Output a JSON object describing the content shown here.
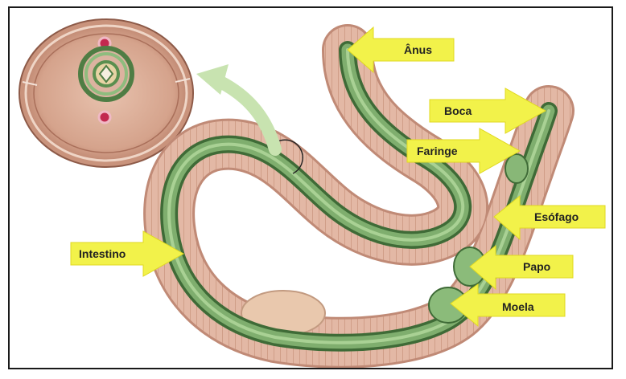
{
  "labels": {
    "anus": "Ânus",
    "boca": "Boca",
    "faringe": "Faringe",
    "esofago": "Esófago",
    "intestino": "Intestino",
    "papo": "Papo",
    "moela": "Moela"
  },
  "colors": {
    "arrow_fill": "#f2f24a",
    "arrow_stroke": "#e0d820",
    "body_outer": "#e4bcaa",
    "body_inner": "#d7a690",
    "gut_green": "#79a86a",
    "gut_dark": "#3f6b37",
    "crosscut_pink": "#d9ab95",
    "blood_vessel": "#c2294f",
    "pointer_green": "#c8e3b0"
  },
  "icons": [
    "curved-pointer-arrow",
    "label-arrow"
  ]
}
